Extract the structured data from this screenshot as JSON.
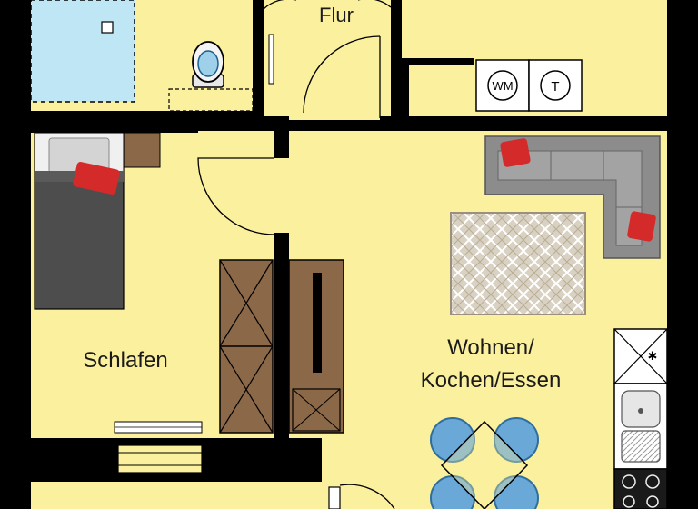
{
  "rooms": {
    "hall": "Flur",
    "bedroom": "Schlafen",
    "living_line1": "Wohnen/",
    "living_line2": "Kochen/Essen"
  },
  "appliances": {
    "washer": "WM",
    "dryer": "T"
  },
  "colors": {
    "wall": "#000000",
    "floor": "#fbf09e",
    "bath_tile": "#bfe6f5",
    "wardrobe": "#8a6848",
    "sofa": "#8c8c8c",
    "cushion": "#d42a2a",
    "chair": "#6aa8d8"
  }
}
